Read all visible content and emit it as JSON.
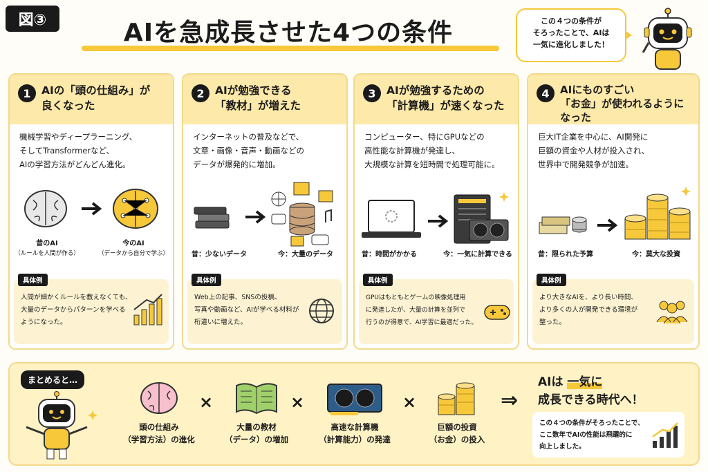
{
  "header": {
    "badge": "図③",
    "title": "AIを急成長させた4つの条件",
    "bubble": [
      "この４つの条件が",
      "そろったことで、AIは",
      "一気に進化しました！"
    ]
  },
  "cards": [
    {
      "num": "1",
      "title": [
        "AIの「頭の仕組み」が",
        "良くなった"
      ],
      "desc": [
        "機械学習やディープラーニング、",
        "そしてTransformerなど、",
        "AIの学習方法がどんどん進化。"
      ],
      "before": "昔のAI",
      "before_sub": "（ルールを人間が作る）",
      "after": "今のAI",
      "after_sub": "（データから自分で学ぶ）",
      "ex_label": "具体例",
      "ex": [
        "人間が細かくルールを教えなくても、",
        "大量のデータからパターンを学べる",
        "ようになった。"
      ]
    },
    {
      "num": "2",
      "title": [
        "AIが勉強できる",
        "「教材」が増えた"
      ],
      "desc": [
        "インターネットの普及などで、",
        "文章・画像・音声・動画などの",
        "データが爆発的に増加。"
      ],
      "before": "昔：少ないデータ",
      "after": "今：大量のデータ",
      "ex_label": "具体例",
      "ex": [
        "Web上の記事、SNSの投稿、",
        "写真や動画など、AIが学べる材料が",
        "桁違いに増えた。"
      ]
    },
    {
      "num": "3",
      "title": [
        "AIが勉強するための",
        "「計算機」が速くなった"
      ],
      "desc": [
        "コンピューター、特にGPUなどの",
        "高性能な計算機が発達し、",
        "大規模な計算を短時間で処理可能に。"
      ],
      "before": "昔：時間がかかる",
      "after": "今：一気に計算できる",
      "ex_label": "具体例",
      "ex": [
        "GPUはもともとゲームの映像処理用",
        "に発達したが、大量の計算を並列で",
        "行うのが得意で、AI学習に最適だった。"
      ]
    },
    {
      "num": "4",
      "title": [
        "AIにものすごい",
        "「お金」が使われるように",
        "なった"
      ],
      "desc": [
        "巨大IT企業を中心に、AI開発に",
        "巨額の資金や人材が投入され、",
        "世界中で開発競争が加速。"
      ],
      "before": "昔：限られた予算",
      "after": "今：莫大な投資",
      "ex_label": "具体例",
      "ex": [
        "より大きなAIを、より長い時間、",
        "より多くの人が開発できる環境が",
        "整った。"
      ]
    }
  ],
  "summary": {
    "tag": "まとめると…",
    "items": [
      [
        "頭の仕組み",
        "（学習方法）の進化"
      ],
      [
        "大量の教材",
        "（データ）の増加"
      ],
      [
        "高速な計算機",
        "（計算能力）の発達"
      ],
      [
        "巨額の投資",
        "（お金）の投入"
      ]
    ],
    "times": "×",
    "arrow": "⇒",
    "head1a": "AIは",
    "head1b": "一気に",
    "head2": "成長できる時代へ！",
    "box": [
      "この４つの条件がそろったことで、",
      "ここ数年でAIの性能は飛躍的に",
      "向上しました。"
    ]
  },
  "colors": {
    "accent": "#f6c83a",
    "card_head": "#fde9a9",
    "dark": "#1a1a1a"
  }
}
